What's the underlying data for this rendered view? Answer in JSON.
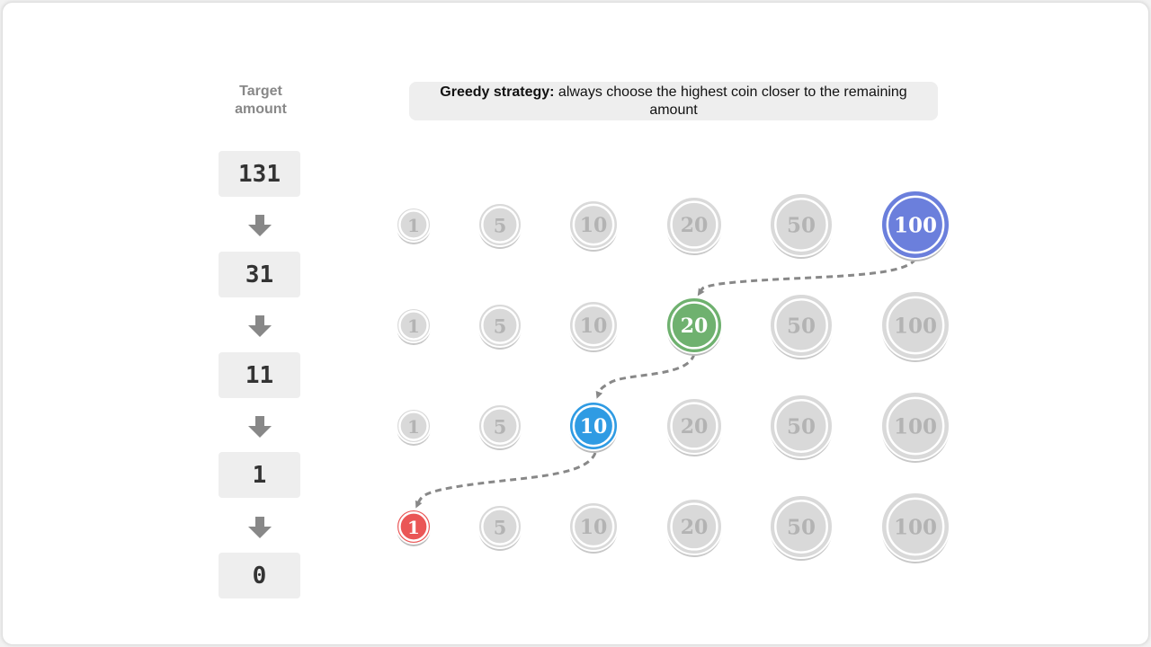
{
  "target_label": "Target\namount",
  "amounts": [
    "131",
    "31",
    "11",
    "1",
    "0"
  ],
  "strategy": {
    "bold": "Greedy strategy:",
    "text": " always choose the highest coin closer to the remaining amount"
  },
  "denominations": [
    "1",
    "5",
    "10",
    "20",
    "50",
    "100"
  ],
  "rows": [
    {
      "selected": "100",
      "color": "#6b7fdc"
    },
    {
      "selected": "20",
      "color": "#6fb16f"
    },
    {
      "selected": "10",
      "color": "#2f9be3"
    },
    {
      "selected": "1",
      "color": "#ea5656"
    }
  ],
  "colors": {
    "unselected_fill": "#d9d9d9",
    "unselected_text": "#b3b3b3",
    "path": "#888888",
    "arrow": "#888888"
  },
  "icons": {
    "step_arrow": "down-arrow-icon"
  }
}
